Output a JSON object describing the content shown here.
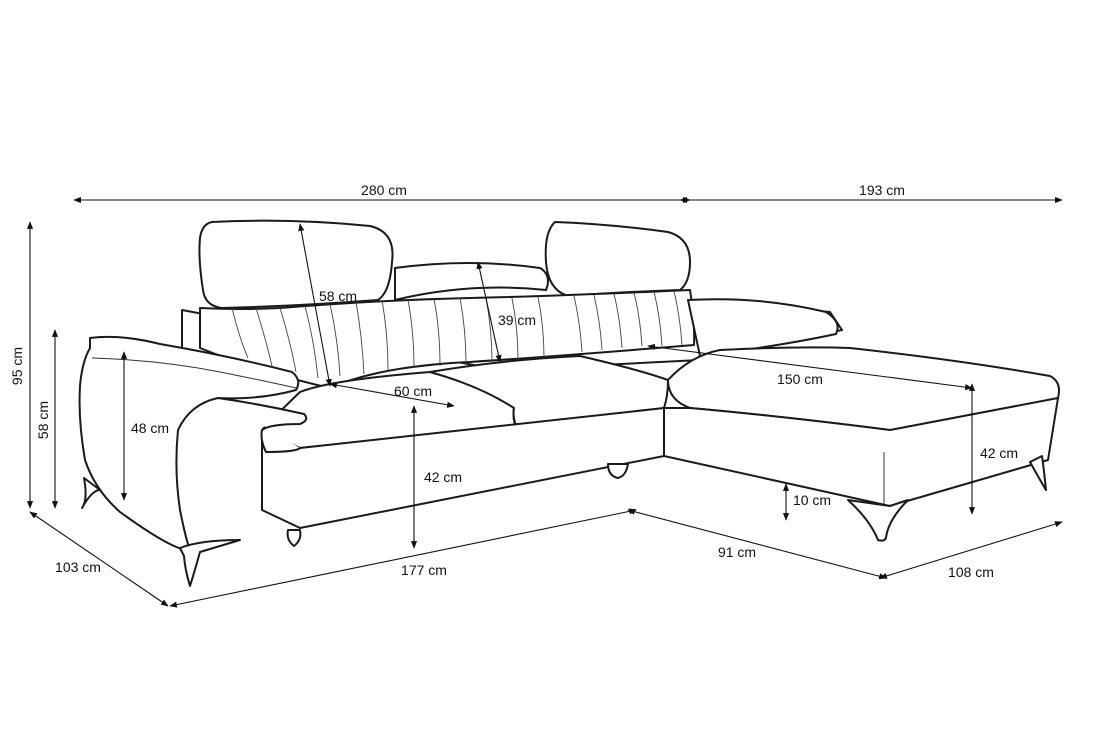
{
  "dimensions": {
    "total_length": "280 cm",
    "chaise_length": "193 cm",
    "total_height": "95 cm",
    "arm_height": "58 cm",
    "depth": "103 cm",
    "front_length": "177 cm",
    "chaise_front": "91 cm",
    "chaise_width": "108 cm",
    "headrest_height": "58 cm",
    "backrest_height": "39 cm",
    "seat_depth": "60 cm",
    "arm_inner_height": "48 cm",
    "seat_height": "42 cm",
    "chaise_seat_depth": "150 cm",
    "chaise_seat_height": "42 cm",
    "leg_height": "10 cm"
  }
}
